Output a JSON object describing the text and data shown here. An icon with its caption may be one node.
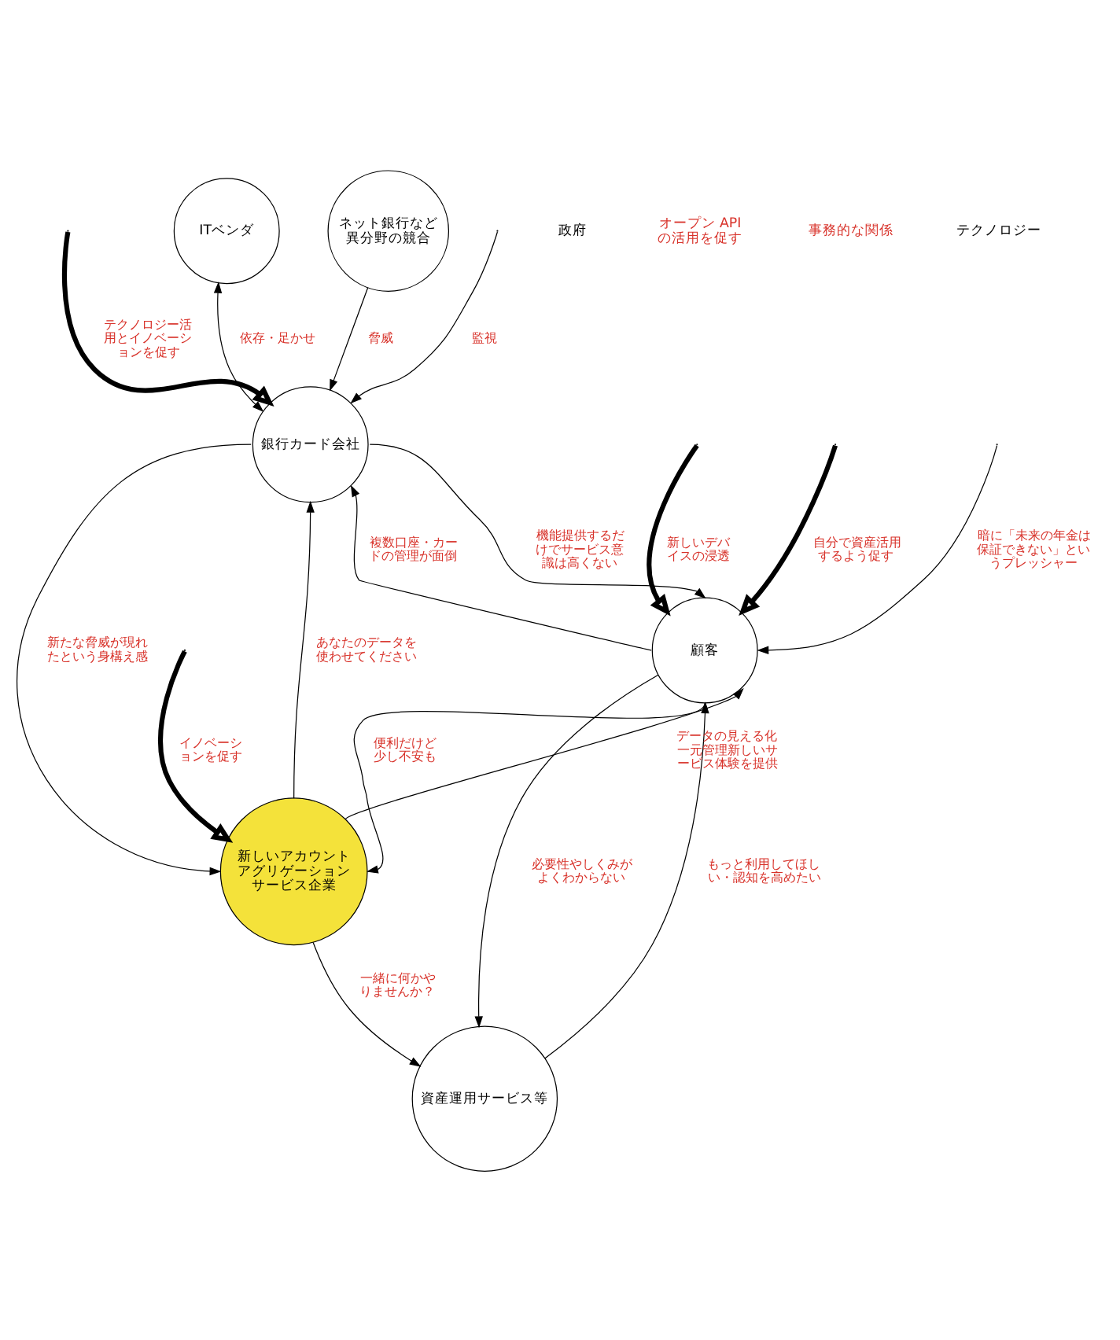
{
  "diagram": {
    "nodes": [
      {
        "text": [
          "ITベンダ"
        ]
      },
      {
        "text": [
          "銀行カード会社"
        ]
      },
      {
        "text": [
          "顧客"
        ]
      },
      {
        "text": [
          "ネット銀行など異分野の競合"
        ]
      },
      {
        "text": [
          "資産運用サービス等"
        ]
      },
      {
        "text": [
          "新しいアカウントアグリゲーションサービス企業"
        ]
      }
    ],
    "edges": [
      {
        "from": 0,
        "to": 1,
        "arrow": "both",
        "label": "依存・足かせ"
      },
      {
        "from": 1,
        "to": 2,
        "arrow": "to",
        "label": "機能提供するだけでサービス意識は高くない"
      },
      {
        "from": 2,
        "to": 1,
        "arrow": "to",
        "label": "複数口座・カードの管理が面倒"
      },
      {
        "from": null,
        "to": 1,
        "arrow": "to",
        "label": "テクノロジー活用とイノベーションを促す",
        "style": "thick"
      },
      {
        "from": null,
        "to": 1,
        "arrow": "to",
        "label": "監視"
      },
      {
        "from": null,
        "to": 2,
        "arrow": "to",
        "label": "暗に「未来の年金は保証できない」というプレッシャー"
      },
      {
        "from": null,
        "to": 2,
        "arrow": "to",
        "label": "自分で資産活用するよう促す",
        "style": "thick"
      },
      {
        "from": null,
        "to": 2,
        "arrow": "to",
        "label": "新しいデバイスの浸透",
        "style": "thick"
      },
      {
        "from": 3,
        "to": 1,
        "arrow": "to",
        "label": "脅威"
      },
      {
        "from": 2,
        "to": 4,
        "arrow": "to",
        "label": "必要性やしくみがよくわからない"
      },
      {
        "from": 4,
        "to": 2,
        "arrow": "to",
        "label": "もっと利用してほしい・認知を高めたい"
      },
      {
        "from": 5,
        "to": 1,
        "arrow": "to",
        "label": "あなたのデータを使わせてください"
      },
      {
        "from": 1,
        "to": 5,
        "arrow": "to",
        "label": "新たな脅威が現れたという身構え感"
      },
      {
        "from": 5,
        "to": 4,
        "arrow": "to",
        "label": "一緒に何かやりませんか？"
      },
      {
        "from": 2,
        "to": 5,
        "arrow": "to",
        "label": "便利だけど少し不安も"
      },
      {
        "from": 5,
        "to": 2,
        "arrow": "to",
        "label": "データの見える化一元管理新しいサービス体験を提供"
      },
      {
        "from": null,
        "to": 5,
        "arrow": "to",
        "label": "イノベーションを促す",
        "style": "thick"
      }
    ],
    "labels": [
      "政府",
      "オープン API の活用を促す",
      "事務的な関係",
      "テクノロジー"
    ]
  }
}
